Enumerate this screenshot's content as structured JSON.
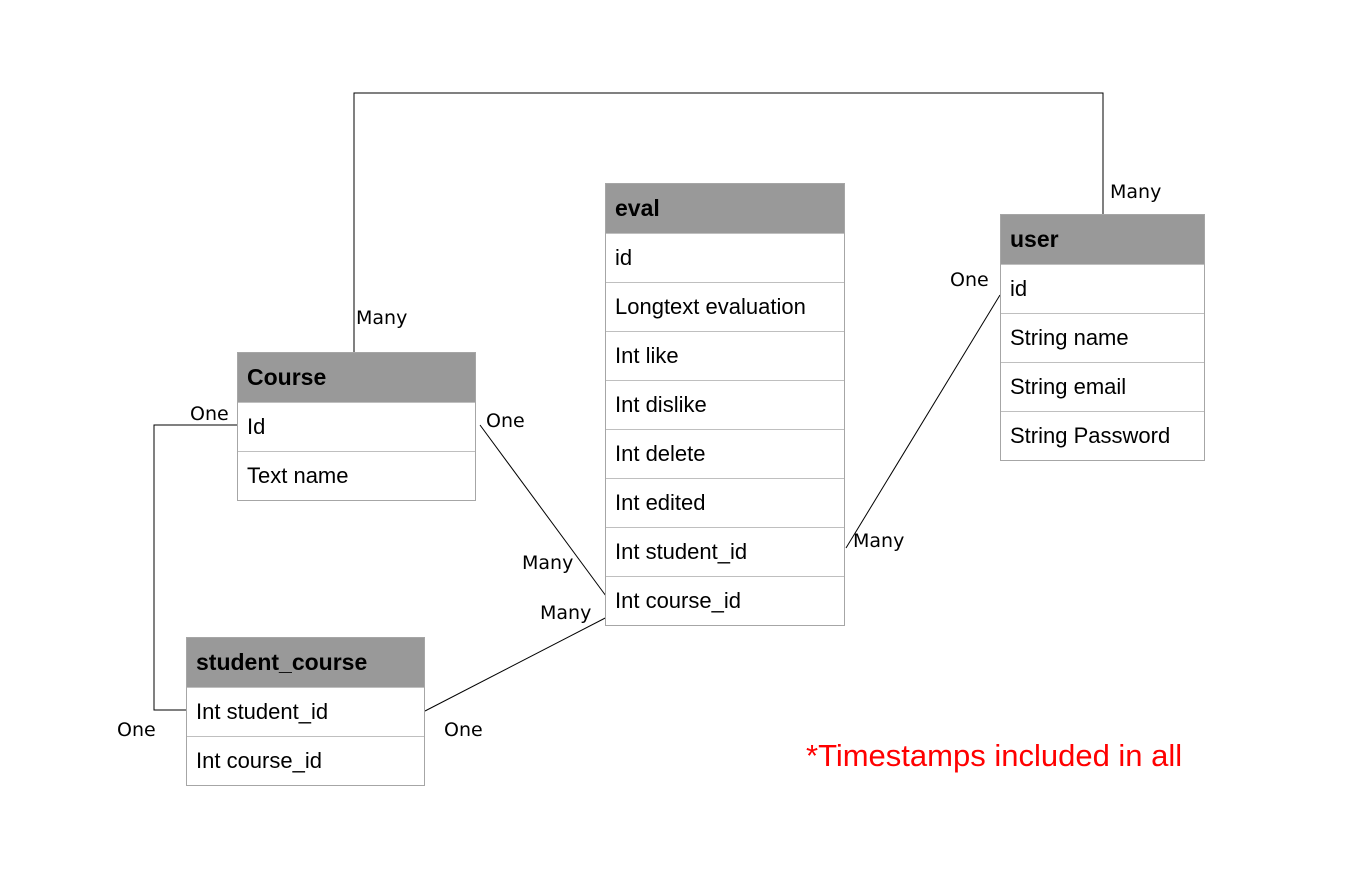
{
  "entities": {
    "eval": {
      "title": "eval",
      "fields": [
        "id",
        "Longtext evaluation",
        "Int like",
        "Int dislike",
        "Int delete",
        "Int edited",
        "Int student_id",
        "Int course_id"
      ]
    },
    "user": {
      "title": "user",
      "fields": [
        "id",
        "String name",
        "String email",
        "String Password"
      ]
    },
    "course": {
      "title": "Course",
      "fields": [
        "Id",
        "Text name"
      ]
    },
    "student_course": {
      "title": "student_course",
      "fields": [
        "Int student_id",
        "Int course_id"
      ]
    }
  },
  "cardinality": {
    "user_top": "Many",
    "user_id": "One",
    "course_top": "Many",
    "course_id_left": "One",
    "course_id_right": "One",
    "eval_course_from_course": "Many",
    "eval_course_from_sc": "Many",
    "eval_student": "Many",
    "sc_student_left": "One",
    "sc_student_right": "One"
  },
  "note": "*Timestamps included in all"
}
